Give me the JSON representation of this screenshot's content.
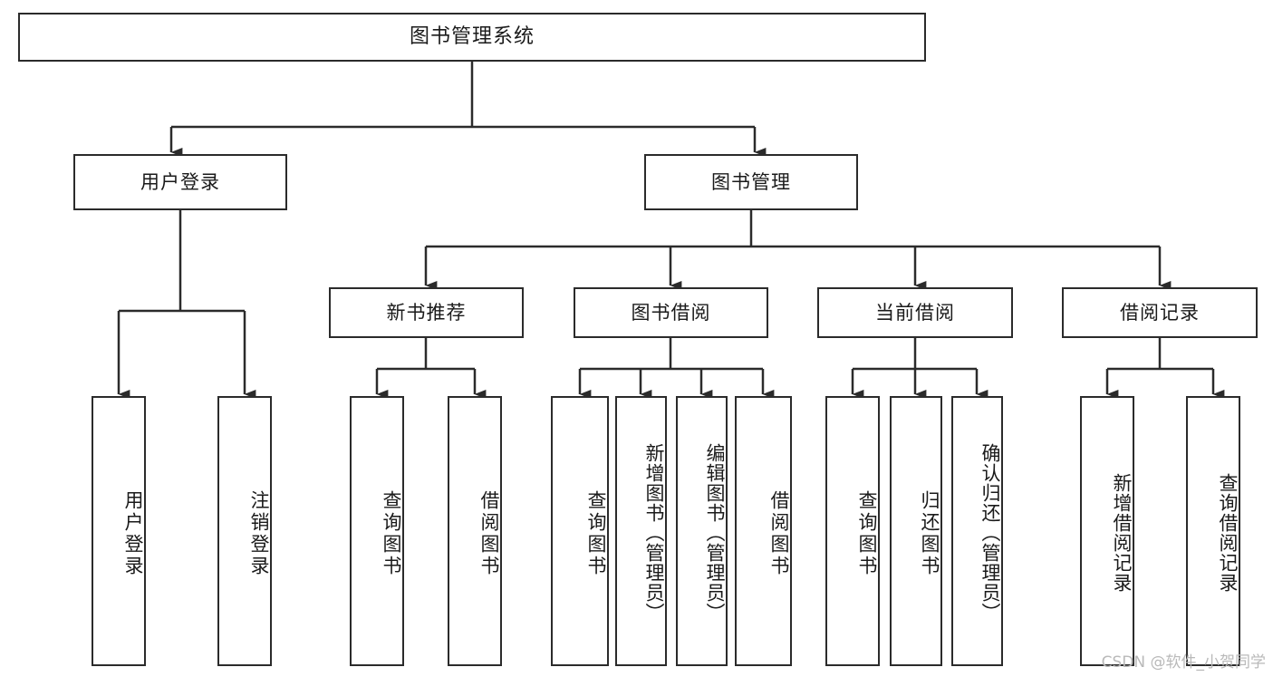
{
  "diagram": {
    "title": "图书管理系统",
    "type": "tree",
    "watermark": "CSDN @软件_小贺同学",
    "colors": {
      "stroke": "#2b2b2b",
      "fill": "#ffffff",
      "text": "#1a1a1a",
      "watermark": "#b9b9b9"
    },
    "nodes": {
      "root": {
        "label": "图书管理系统"
      },
      "level2": [
        {
          "id": "user-login",
          "label": "用户登录"
        },
        {
          "id": "book-management",
          "label": "图书管理"
        }
      ],
      "level3": [
        {
          "id": "new-book-recommend",
          "label": "新书推荐"
        },
        {
          "id": "book-borrow",
          "label": "图书借阅"
        },
        {
          "id": "current-borrow",
          "label": "当前借阅"
        },
        {
          "id": "borrow-record",
          "label": "借阅记录"
        }
      ],
      "leaves": {
        "user_login": [
          {
            "id": "leaf-user-login",
            "label": "用户登录"
          },
          {
            "id": "leaf-logout-login",
            "label": "注销登录"
          }
        ],
        "new_book_recommend": [
          {
            "id": "leaf-query-book-1",
            "label": "查询图书"
          },
          {
            "id": "leaf-borrow-book-1",
            "label": "借阅图书"
          }
        ],
        "book_borrow": [
          {
            "id": "leaf-query-book-2",
            "label": "查询图书"
          },
          {
            "id": "leaf-add-book",
            "label": "新增图书（管理员）"
          },
          {
            "id": "leaf-edit-book",
            "label": "编辑图书（管理员）"
          },
          {
            "id": "leaf-borrow-book-2",
            "label": "借阅图书"
          }
        ],
        "current_borrow": [
          {
            "id": "leaf-query-book-3",
            "label": "查询图书"
          },
          {
            "id": "leaf-return-book",
            "label": "归还图书"
          },
          {
            "id": "leaf-confirm-return",
            "label": "确认归还（管理员）"
          }
        ],
        "borrow_record": [
          {
            "id": "leaf-add-record",
            "label": "新增借阅记录"
          },
          {
            "id": "leaf-query-record",
            "label": "查询借阅记录"
          }
        ]
      }
    }
  }
}
